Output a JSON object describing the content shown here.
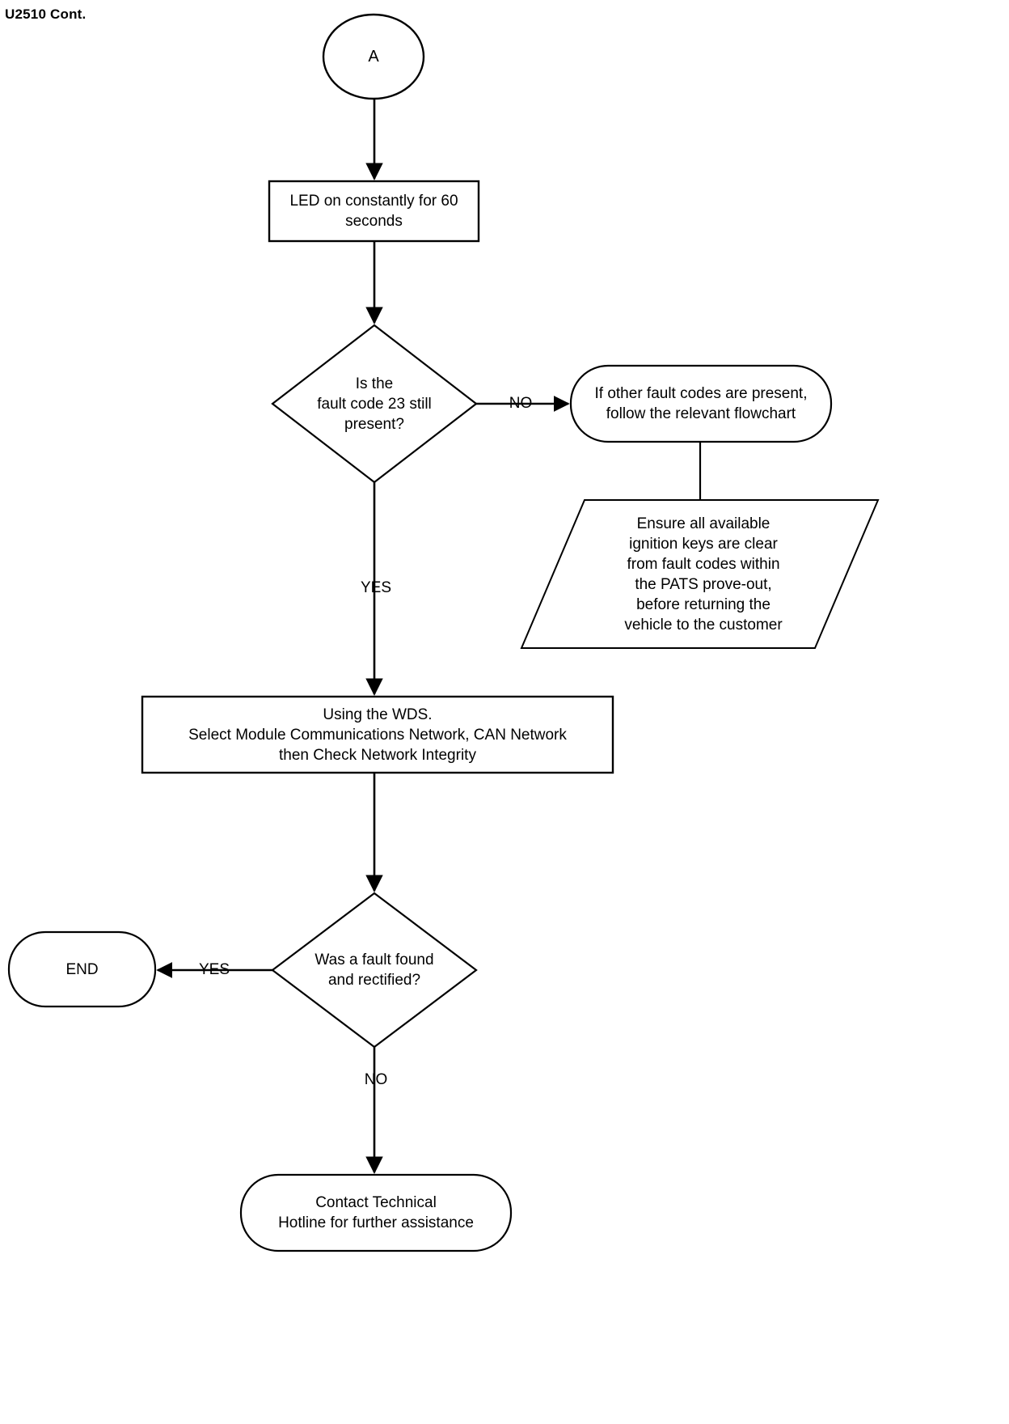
{
  "diagram": {
    "title": "U2510 Cont.",
    "type": "flowchart",
    "stroke_color": "#000000",
    "background_color": "#ffffff",
    "nodes": [
      {
        "id": "connector-a",
        "shape": "circle",
        "label": "A"
      },
      {
        "id": "led-step",
        "shape": "rectangle",
        "label": "LED on constantly for 60\nseconds"
      },
      {
        "id": "fault-code-23-decision",
        "shape": "diamond",
        "label": "Is the\nfault code 23 still\npresent?"
      },
      {
        "id": "other-fault-codes",
        "shape": "rounded-rectangle",
        "label": "If other fault codes are present,\nfollow the relevant flowchart"
      },
      {
        "id": "ensure-keys-clear",
        "shape": "parallelogram",
        "label": "Ensure all available\nignition keys are clear\nfrom fault codes within\nthe PATS prove-out,\nbefore returning the\nvehicle to the customer"
      },
      {
        "id": "wds-step",
        "shape": "rectangle",
        "label": "Using the WDS.\nSelect Module Communications Network, CAN Network\nthen Check Network Integrity"
      },
      {
        "id": "fault-found-decision",
        "shape": "diamond",
        "label": "Was a fault found\nand rectified?"
      },
      {
        "id": "end-terminator",
        "shape": "rounded-rectangle",
        "label": "END"
      },
      {
        "id": "contact-technical",
        "shape": "rounded-rectangle",
        "label": "Contact Technical\nHotline for further assistance"
      }
    ],
    "edge_labels": {
      "fault_code_no": "NO",
      "fault_code_yes": "YES",
      "fault_found_yes": "YES",
      "fault_found_no": "NO"
    }
  }
}
